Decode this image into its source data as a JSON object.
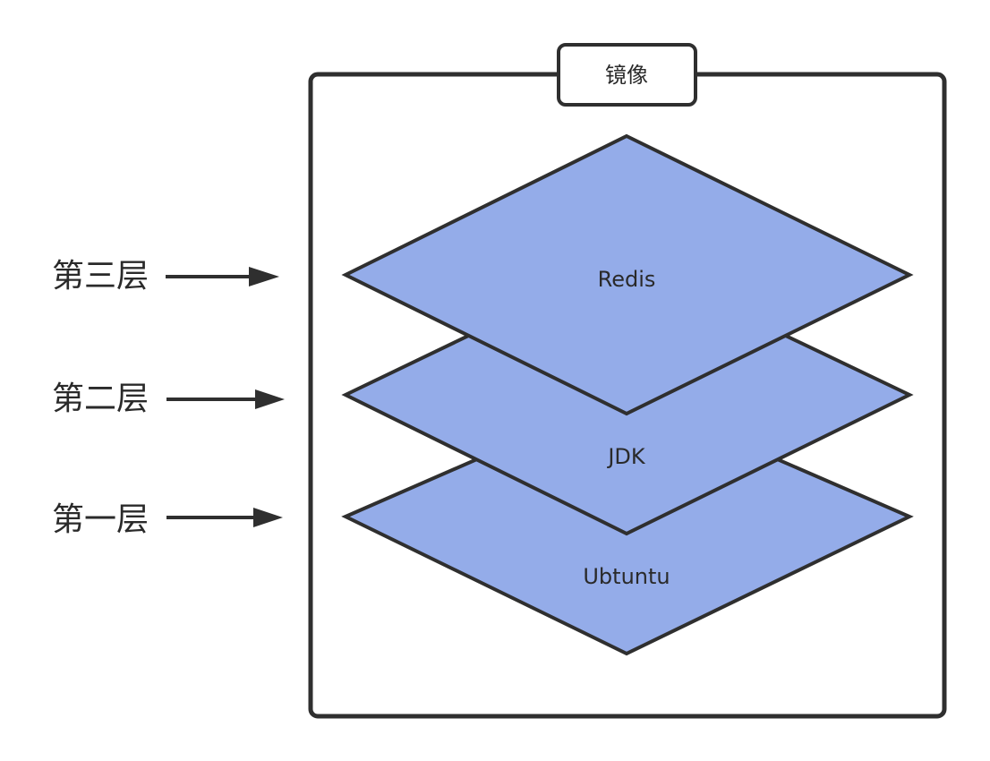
{
  "container": {
    "title": "镜像"
  },
  "layers": [
    {
      "label": "Redis"
    },
    {
      "label": "JDK"
    },
    {
      "label": "Ubtuntu"
    }
  ],
  "side_labels": [
    {
      "text": "第三层"
    },
    {
      "text": "第二层"
    },
    {
      "text": "第一层"
    }
  ],
  "colors": {
    "layer_fill": "#94ace9",
    "stroke": "#2f2f2f",
    "text": "#2a2a2a"
  }
}
